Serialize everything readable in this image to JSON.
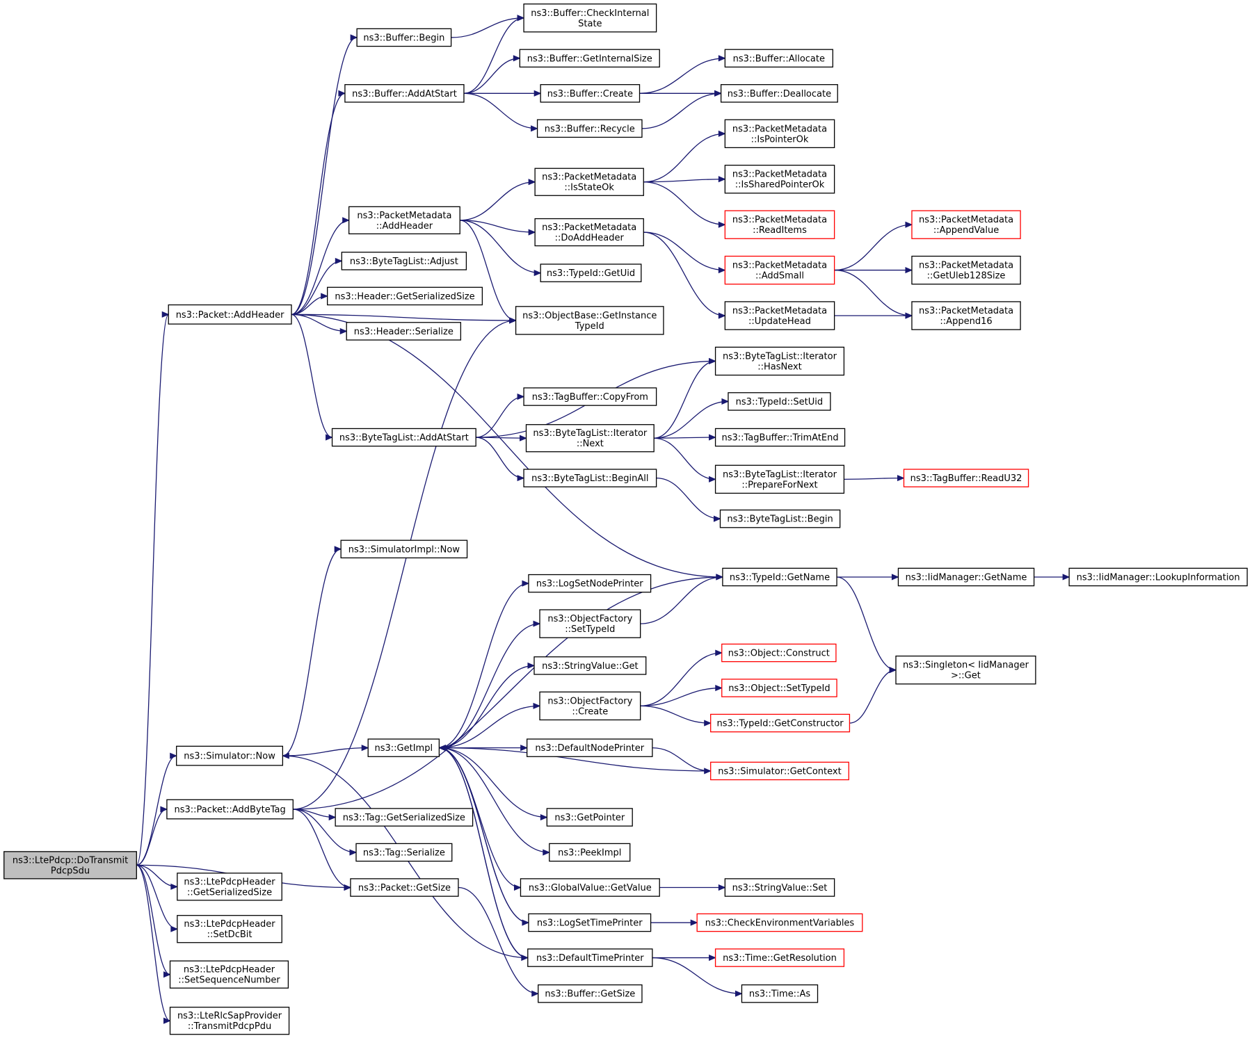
{
  "nodes": [
    {
      "id": "root",
      "lines": [
        "ns3::LtePdcp::DoTransmit",
        "PdcpSdu"
      ],
      "root": true
    },
    {
      "id": "packetAddHeader",
      "lines": [
        "ns3::Packet::AddHeader"
      ]
    },
    {
      "id": "simNow",
      "lines": [
        "ns3::Simulator::Now"
      ]
    },
    {
      "id": "packetAddByteTag",
      "lines": [
        "ns3::Packet::AddByteTag"
      ]
    },
    {
      "id": "hdrGetSer",
      "lines": [
        "ns3::LtePdcpHeader",
        "::GetSerializedSize"
      ]
    },
    {
      "id": "hdrSetDc",
      "lines": [
        "ns3::LtePdcpHeader",
        "::SetDcBit"
      ]
    },
    {
      "id": "hdrSetSeq",
      "lines": [
        "ns3::LtePdcpHeader",
        "::SetSequenceNumber"
      ]
    },
    {
      "id": "rlcTransmit",
      "lines": [
        "ns3::LteRlcSapProvider",
        "::TransmitPdcpPdu"
      ]
    },
    {
      "id": "bufBegin",
      "lines": [
        "ns3::Buffer::Begin"
      ]
    },
    {
      "id": "bufAddAtStart",
      "lines": [
        "ns3::Buffer::AddAtStart"
      ]
    },
    {
      "id": "pmAddHeader",
      "lines": [
        "ns3::PacketMetadata",
        "::AddHeader"
      ]
    },
    {
      "id": "btlAdjust",
      "lines": [
        "ns3::ByteTagList::Adjust"
      ]
    },
    {
      "id": "hGetSer",
      "lines": [
        "ns3::Header::GetSerializedSize"
      ]
    },
    {
      "id": "hSer",
      "lines": [
        "ns3::Header::Serialize"
      ]
    },
    {
      "id": "btlAddAtStart",
      "lines": [
        "ns3::ByteTagList::AddAtStart"
      ]
    },
    {
      "id": "simImplNow",
      "lines": [
        "ns3::SimulatorImpl::Now"
      ]
    },
    {
      "id": "getImpl",
      "lines": [
        "ns3::GetImpl"
      ]
    },
    {
      "id": "tagGetSer",
      "lines": [
        "ns3::Tag::GetSerializedSize"
      ]
    },
    {
      "id": "tagSer",
      "lines": [
        "ns3::Tag::Serialize"
      ]
    },
    {
      "id": "pktGetSize",
      "lines": [
        "ns3::Packet::GetSize"
      ]
    },
    {
      "id": "bufCheck",
      "lines": [
        "ns3::Buffer::CheckInternal",
        "State"
      ]
    },
    {
      "id": "bufGetInt",
      "lines": [
        "ns3::Buffer::GetInternalSize"
      ]
    },
    {
      "id": "bufCreate",
      "lines": [
        "ns3::Buffer::Create"
      ]
    },
    {
      "id": "bufRecycle",
      "lines": [
        "ns3::Buffer::Recycle"
      ]
    },
    {
      "id": "pmIsStateOk",
      "lines": [
        "ns3::PacketMetadata",
        "::IsStateOk"
      ]
    },
    {
      "id": "pmDoAdd",
      "lines": [
        "ns3::PacketMetadata",
        "::DoAddHeader"
      ]
    },
    {
      "id": "tidGetUid",
      "lines": [
        "ns3::TypeId::GetUid"
      ]
    },
    {
      "id": "obGetInst",
      "lines": [
        "ns3::ObjectBase::GetInstance",
        "TypeId"
      ]
    },
    {
      "id": "tbCopyFrom",
      "lines": [
        "ns3::TagBuffer::CopyFrom"
      ]
    },
    {
      "id": "btlItNext",
      "lines": [
        "ns3::ByteTagList::Iterator",
        "::Next"
      ]
    },
    {
      "id": "btlBeginAll",
      "lines": [
        "ns3::ByteTagList::BeginAll"
      ]
    },
    {
      "id": "logSetNode",
      "lines": [
        "ns3::LogSetNodePrinter"
      ]
    },
    {
      "id": "ofSetTypeId",
      "lines": [
        "ns3::ObjectFactory",
        "::SetTypeId"
      ]
    },
    {
      "id": "svGet",
      "lines": [
        "ns3::StringValue::Get"
      ]
    },
    {
      "id": "ofCreate",
      "lines": [
        "ns3::ObjectFactory",
        "::Create"
      ]
    },
    {
      "id": "defNodePr",
      "lines": [
        "ns3::DefaultNodePrinter"
      ]
    },
    {
      "id": "getPointer",
      "lines": [
        "ns3::GetPointer"
      ]
    },
    {
      "id": "peekImpl",
      "lines": [
        "ns3::PeekImpl"
      ]
    },
    {
      "id": "gvGetValue",
      "lines": [
        "ns3::GlobalValue::GetValue"
      ]
    },
    {
      "id": "logSetTime",
      "lines": [
        "ns3::LogSetTimePrinter"
      ]
    },
    {
      "id": "defTimePr",
      "lines": [
        "ns3::DefaultTimePrinter"
      ]
    },
    {
      "id": "bufGetSize",
      "lines": [
        "ns3::Buffer::GetSize"
      ]
    },
    {
      "id": "bufAllocate",
      "lines": [
        "ns3::Buffer::Allocate"
      ]
    },
    {
      "id": "bufDealloc",
      "lines": [
        "ns3::Buffer::Deallocate"
      ]
    },
    {
      "id": "pmIsPtrOk",
      "lines": [
        "ns3::PacketMetadata",
        "::IsPointerOk"
      ]
    },
    {
      "id": "pmIsShared",
      "lines": [
        "ns3::PacketMetadata",
        "::IsSharedPointerOk"
      ]
    },
    {
      "id": "pmReadItems",
      "lines": [
        "ns3::PacketMetadata",
        "::ReadItems"
      ],
      "truncated": true
    },
    {
      "id": "pmAddSmall",
      "lines": [
        "ns3::PacketMetadata",
        "::AddSmall"
      ],
      "truncated": true
    },
    {
      "id": "pmUpdHead",
      "lines": [
        "ns3::PacketMetadata",
        "::UpdateHead"
      ]
    },
    {
      "id": "btlItHasNext",
      "lines": [
        "ns3::ByteTagList::Iterator",
        "::HasNext"
      ]
    },
    {
      "id": "tidSetUid",
      "lines": [
        "ns3::TypeId::SetUid"
      ]
    },
    {
      "id": "tbTrim",
      "lines": [
        "ns3::TagBuffer::TrimAtEnd"
      ]
    },
    {
      "id": "btlItPrep",
      "lines": [
        "ns3::ByteTagList::Iterator",
        "::PrepareForNext"
      ]
    },
    {
      "id": "btlBegin",
      "lines": [
        "ns3::ByteTagList::Begin"
      ]
    },
    {
      "id": "tidGetName",
      "lines": [
        "ns3::TypeId::GetName"
      ]
    },
    {
      "id": "objConstruct",
      "lines": [
        "ns3::Object::Construct"
      ],
      "truncated": true
    },
    {
      "id": "objSetTypeId",
      "lines": [
        "ns3::Object::SetTypeId"
      ],
      "truncated": true
    },
    {
      "id": "tidGetCtor",
      "lines": [
        "ns3::TypeId::GetConstructor"
      ],
      "truncated": true
    },
    {
      "id": "simGetCtx",
      "lines": [
        "ns3::Simulator::GetContext"
      ],
      "truncated": true
    },
    {
      "id": "svSet",
      "lines": [
        "ns3::StringValue::Set"
      ]
    },
    {
      "id": "checkEnv",
      "lines": [
        "ns3::CheckEnvironmentVariables"
      ],
      "truncated": true
    },
    {
      "id": "timeGetRes",
      "lines": [
        "ns3::Time::GetResolution"
      ],
      "truncated": true
    },
    {
      "id": "timeAs",
      "lines": [
        "ns3::Time::As"
      ]
    },
    {
      "id": "pmAppendValue",
      "lines": [
        "ns3::PacketMetadata",
        "::AppendValue"
      ],
      "truncated": true
    },
    {
      "id": "pmGetUleb",
      "lines": [
        "ns3::PacketMetadata",
        "::GetUleb128Size"
      ]
    },
    {
      "id": "pmAppend16",
      "lines": [
        "ns3::PacketMetadata",
        "::Append16"
      ]
    },
    {
      "id": "tbReadU32",
      "lines": [
        "ns3::TagBuffer::ReadU32"
      ],
      "truncated": true
    },
    {
      "id": "iidGetName",
      "lines": [
        "ns3::IidManager::GetName"
      ]
    },
    {
      "id": "singleton",
      "lines": [
        "ns3::Singleton< IidManager",
        ">::Get"
      ]
    },
    {
      "id": "iidLookup",
      "lines": [
        "ns3::IidManager::LookupInformation"
      ]
    }
  ],
  "edges": [
    [
      "root",
      "packetAddHeader"
    ],
    [
      "root",
      "simNow"
    ],
    [
      "root",
      "packetAddByteTag"
    ],
    [
      "root",
      "pktGetSize"
    ],
    [
      "root",
      "hdrGetSer"
    ],
    [
      "root",
      "hdrSetDc"
    ],
    [
      "root",
      "hdrSetSeq"
    ],
    [
      "root",
      "rlcTransmit"
    ],
    [
      "packetAddHeader",
      "bufBegin"
    ],
    [
      "packetAddHeader",
      "bufAddAtStart"
    ],
    [
      "packetAddHeader",
      "pmAddHeader"
    ],
    [
      "packetAddHeader",
      "btlAdjust"
    ],
    [
      "packetAddHeader",
      "hGetSer"
    ],
    [
      "packetAddHeader",
      "hSer"
    ],
    [
      "packetAddHeader",
      "obGetInst"
    ],
    [
      "packetAddHeader",
      "btlAddAtStart"
    ],
    [
      "packetAddHeader",
      "tidGetName"
    ],
    [
      "bufBegin",
      "bufCheck"
    ],
    [
      "bufAddAtStart",
      "bufCheck"
    ],
    [
      "bufAddAtStart",
      "bufGetInt"
    ],
    [
      "bufAddAtStart",
      "bufCreate"
    ],
    [
      "bufAddAtStart",
      "bufRecycle"
    ],
    [
      "bufCreate",
      "bufAllocate"
    ],
    [
      "bufCreate",
      "bufDealloc"
    ],
    [
      "bufRecycle",
      "bufDealloc"
    ],
    [
      "pmAddHeader",
      "pmIsStateOk"
    ],
    [
      "pmAddHeader",
      "pmDoAdd"
    ],
    [
      "pmAddHeader",
      "tidGetUid"
    ],
    [
      "pmAddHeader",
      "obGetInst"
    ],
    [
      "pmIsStateOk",
      "pmIsPtrOk"
    ],
    [
      "pmIsStateOk",
      "pmIsShared"
    ],
    [
      "pmIsStateOk",
      "pmReadItems"
    ],
    [
      "pmDoAdd",
      "pmAddSmall"
    ],
    [
      "pmDoAdd",
      "pmUpdHead"
    ],
    [
      "pmAddSmall",
      "pmAppendValue"
    ],
    [
      "pmAddSmall",
      "pmGetUleb"
    ],
    [
      "pmAddSmall",
      "pmAppend16"
    ],
    [
      "pmUpdHead",
      "pmAppend16"
    ],
    [
      "btlAddAtStart",
      "btlItHasNext"
    ],
    [
      "btlAddAtStart",
      "tbCopyFrom"
    ],
    [
      "btlAddAtStart",
      "btlItNext"
    ],
    [
      "btlAddAtStart",
      "btlBeginAll"
    ],
    [
      "btlItNext",
      "btlItHasNext"
    ],
    [
      "btlItNext",
      "tidSetUid"
    ],
    [
      "btlItNext",
      "tbTrim"
    ],
    [
      "btlItNext",
      "btlItPrep"
    ],
    [
      "btlItPrep",
      "tbReadU32"
    ],
    [
      "btlBeginAll",
      "btlBegin"
    ],
    [
      "simNow",
      "simImplNow"
    ],
    [
      "simNow",
      "getImpl"
    ],
    [
      "packetAddByteTag",
      "obGetInst"
    ],
    [
      "packetAddByteTag",
      "tidGetName"
    ],
    [
      "packetAddByteTag",
      "tagGetSer"
    ],
    [
      "packetAddByteTag",
      "tagSer"
    ],
    [
      "packetAddByteTag",
      "pktGetSize"
    ],
    [
      "getImpl",
      "logSetNode"
    ],
    [
      "getImpl",
      "ofSetTypeId"
    ],
    [
      "getImpl",
      "svGet"
    ],
    [
      "getImpl",
      "ofCreate"
    ],
    [
      "getImpl",
      "defNodePr"
    ],
    [
      "getImpl",
      "getPointer"
    ],
    [
      "getImpl",
      "peekImpl"
    ],
    [
      "getImpl",
      "gvGetValue"
    ],
    [
      "getImpl",
      "logSetTime"
    ],
    [
      "getImpl",
      "defTimePr"
    ],
    [
      "ofSetTypeId",
      "tidGetName"
    ],
    [
      "ofCreate",
      "objConstruct"
    ],
    [
      "ofCreate",
      "objSetTypeId"
    ],
    [
      "ofCreate",
      "tidGetCtor"
    ],
    [
      "defNodePr",
      "simGetCtx"
    ],
    [
      "simGetCtx",
      "getImpl"
    ],
    [
      "defTimePr",
      "simNow"
    ],
    [
      "defTimePr",
      "getImpl"
    ],
    [
      "defTimePr",
      "timeGetRes"
    ],
    [
      "defTimePr",
      "timeAs"
    ],
    [
      "logSetTime",
      "getImpl"
    ],
    [
      "logSetTime",
      "checkEnv"
    ],
    [
      "gvGetValue",
      "svSet"
    ],
    [
      "pktGetSize",
      "bufGetSize"
    ],
    [
      "tidGetCtor",
      "singleton"
    ],
    [
      "tidGetName",
      "iidGetName"
    ],
    [
      "tidGetName",
      "singleton"
    ],
    [
      "iidGetName",
      "iidLookup"
    ]
  ],
  "colors": {
    "edge": "#191970",
    "truncated_border": "#ff0000",
    "root_fill": "#bfbfbf",
    "node_border": "#000000"
  }
}
